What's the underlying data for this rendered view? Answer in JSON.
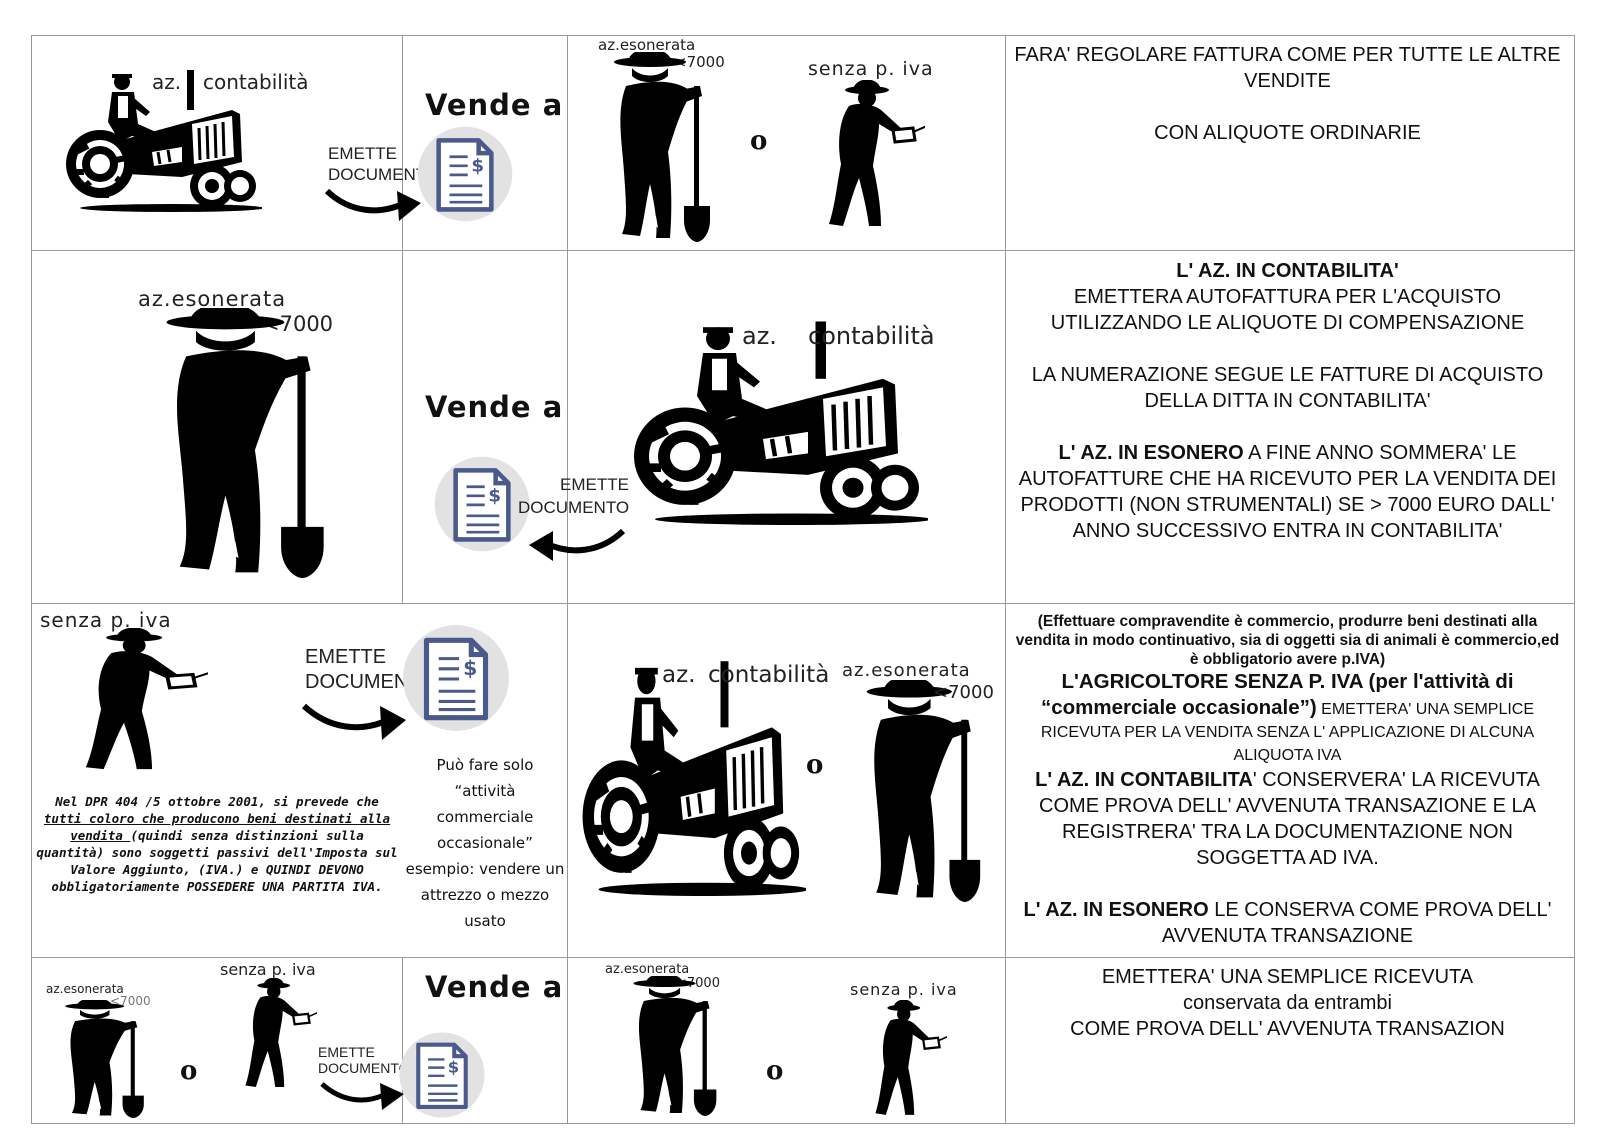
{
  "labels": {
    "az_contabilita_a": "az.",
    "az_contabilita_b": "contabilità",
    "az_esonerata": "az.esonerata",
    "lt7000": "<7000",
    "senza_piva": "senza p. iva",
    "vende_a": "Vende a",
    "emette_1": "EMETTE",
    "emette_2": "DOCUMENTO",
    "o": "o"
  },
  "row1": {
    "text1": "FARA' REGOLARE FATTURA COME PER TUTTE LE ALTRE VENDITE",
    "text2": "CON ALIQUOTE ORDINARIE"
  },
  "row2": {
    "title": "L' AZ. IN CONTABILITA'",
    "text1": "EMETTERA AUTOFATTURA PER L'ACQUISTO UTILIZZANDO LE ALIQUOTE DI COMPENSAZIONE",
    "text2": "LA NUMERAZIONE SEGUE LE FATTURE DI ACQUISTO DELLA DITTA IN CONTABILITA'",
    "text3_bold": "L' AZ. IN ESONERO",
    "text3": " A FINE ANNO SOMMERA' LE AUTOFATTURE CHE HA RICEVUTO PER LA VENDITA DEI PRODOTTI (NON STRUMENTALI) SE > 7000 EURO DALL' ANNO SUCCESSIVO ENTRA IN CONTABILITA'"
  },
  "row3": {
    "intro": "(Effettuare compravendite è commercio, produrre beni destinati alla vendita in modo continuativo, sia di oggetti sia di animali è commercio,ed è obbligatorio avere p.IVA)",
    "agri_bold": "L'AGRICOLTORE SENZA P. IVA (per l'attività di “commerciale occasionale”)",
    "agri_text": " EMETTERA' UNA SEMPLICE RICEVUTA PER LA VENDITA SENZA L' APPLICAZIONE DI ALCUNA ALIQUOTA IVA",
    "cont_bold": "L' AZ. IN CONTABILITA",
    "cont_text": "' CONSERVERA' LA RICEVUTA COME PROVA DELL' AVVENUTA TRANSAZIONE E LA REGISTRERA' TRA LA DOCUMENTAZIONE NON SOGGETTA AD IVA.",
    "eson_bold": "L' AZ. IN ESONERO",
    "eson_text": " LE CONSERVA COME PROVA DELL' AVVENUTA TRANSAZIONE",
    "note_1": "Nel DPR 404 /5 ottobre 2001, si prevede che",
    "note_u": " tutti coloro che producono beni destinati alla vendita ",
    "note_2": "(quindi senza distinzioni sulla quantità) sono soggetti passivi dell'Imposta sul Valore Aggiunto, (IVA.) e QUINDI DEVONO obbligatoriamente POSSEDERE UNA PARTITA IVA.",
    "puo": "Può fare solo “attività commerciale occasionale” esempio: vendere un attrezzo o mezzo usato"
  },
  "row4": {
    "text1": "EMETTERA' UNA SEMPLICE RICEVUTA",
    "text2": "conservata da entrambi",
    "text3": "COME PROVA DELL' AVVENUTA TRANSAZION"
  },
  "icons": [
    "tractor-icon",
    "farmer-shovel-icon",
    "farmer-watering-icon",
    "document-dollar-icon",
    "curved-arrow-icon"
  ]
}
